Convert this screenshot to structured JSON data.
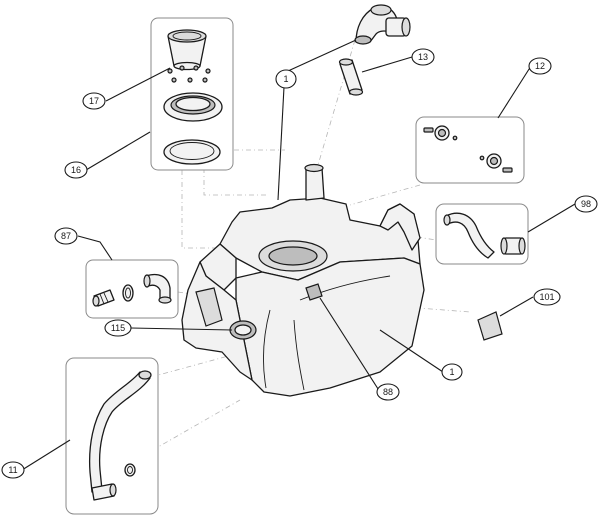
{
  "callouts": [
    {
      "id": "c1-top",
      "label": "1"
    },
    {
      "id": "c1-bottom",
      "label": "1"
    },
    {
      "id": "c11",
      "label": "11"
    },
    {
      "id": "c12",
      "label": "12"
    },
    {
      "id": "c13",
      "label": "13"
    },
    {
      "id": "c16",
      "label": "16"
    },
    {
      "id": "c17",
      "label": "17"
    },
    {
      "id": "c87",
      "label": "87"
    },
    {
      "id": "c88",
      "label": "88"
    },
    {
      "id": "c98",
      "label": "98"
    },
    {
      "id": "c101",
      "label": "101"
    },
    {
      "id": "c115",
      "label": "115"
    }
  ]
}
